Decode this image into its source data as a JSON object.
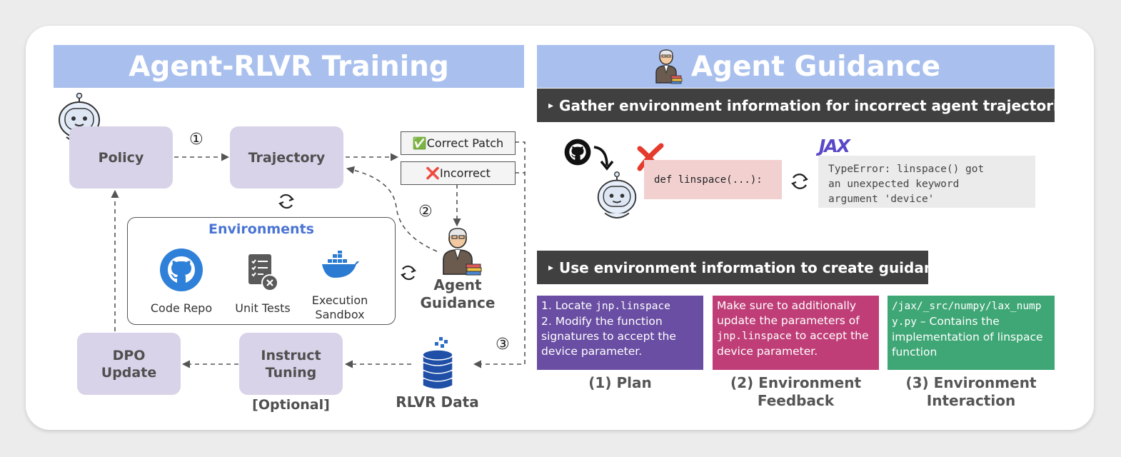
{
  "left": {
    "title": "Agent-RLVR Training",
    "nodes": {
      "policy": "Policy",
      "trajectory": "Trajectory",
      "dpo_line1": "DPO",
      "dpo_line2": "Update",
      "instruct_line1": "Instruct",
      "instruct_line2": "Tuning"
    },
    "optional_label": "[Optional]",
    "steps": [
      "①",
      "②",
      "③"
    ],
    "correct_patch": {
      "mark": "✅",
      "text": "Correct Patch"
    },
    "incorrect": {
      "mark": "❌",
      "text": "Incorrect"
    },
    "environments": {
      "title": "Environments",
      "items": [
        {
          "label": "Code Repo",
          "icon": "github-icon"
        },
        {
          "label": "Unit Tests",
          "icon": "unit-tests-icon"
        },
        {
          "label_line1": "Execution",
          "label_line2": "Sandbox",
          "icon": "docker-icon"
        }
      ]
    },
    "agent_guidance_line1": "Agent",
    "agent_guidance_line2": "Guidance",
    "rlvr_data": "RLVR Data"
  },
  "right": {
    "title": "Agent Guidance",
    "gather_bar": "Gather environment information for incorrect agent trajectories",
    "use_bar": "Use environment information to create guidance",
    "bar_marker": "▸",
    "code_snippet": "def linspace(...):",
    "jax_logo": "JAX",
    "error_lines": [
      "TypeError: linspace() got",
      "an unexpected keyword",
      "argument 'device'"
    ],
    "plan": {
      "line1_prefix": "1. Locate ",
      "line1_code": "jnp.linspace",
      "line2": "2. Modify the function signatures to accept the device parameter.",
      "color": "#6a4ea3"
    },
    "feedback": {
      "text1": "Make sure to additionally update the parameters of ",
      "code": "jnp.linspace",
      "text2": " to accept the device parameter.",
      "color": "#bf3e77"
    },
    "interaction": {
      "code": "/jax/_src/numpy/lax_numpy.py",
      "text": " –  Contains the implementation of linspace function",
      "color": "#3fa776"
    },
    "captions": [
      {
        "line1": "(1) Plan",
        "line2": ""
      },
      {
        "line1": "(2) Environment",
        "line2": "Feedback"
      },
      {
        "line1": "(3) Environment",
        "line2": "Interaction"
      }
    ]
  },
  "colors": {
    "title_bar": "#a9c0ee",
    "node_fill": "#d8d3e8",
    "dark_bar": "#404040",
    "code_fill": "#f2d0d0",
    "error_fill": "#ebebeb",
    "env_title": "#4a74d4"
  }
}
